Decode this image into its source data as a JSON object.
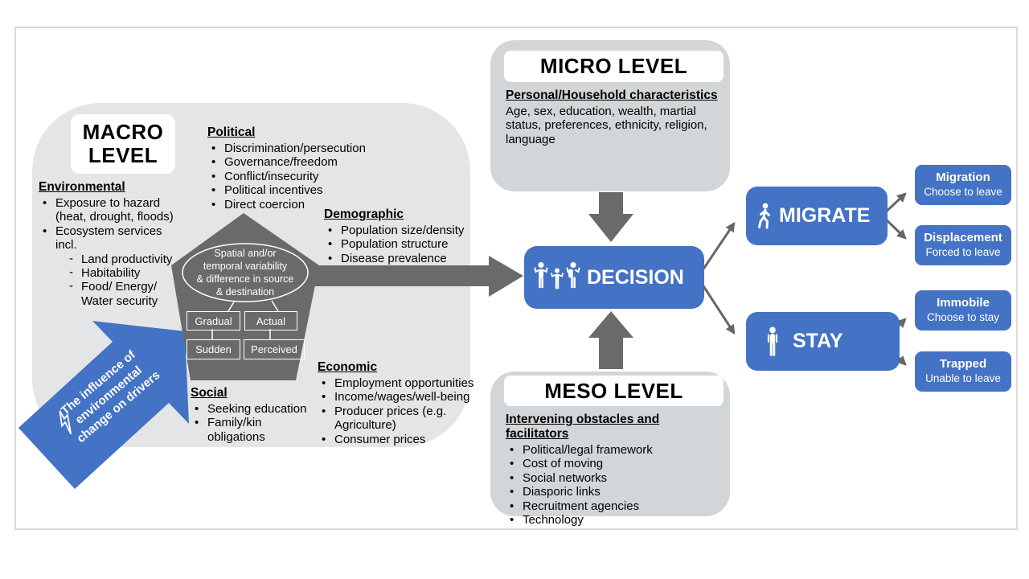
{
  "macro": {
    "title_line1": "MACRO",
    "title_line2": "LEVEL",
    "environmental": {
      "heading": "Environmental",
      "item1": "Exposure to hazard (heat, drought, floods)",
      "item2": "Ecosystem services incl.",
      "sub1": "Land productivity",
      "sub2": "Habitability",
      "sub3": "Food/ Energy/ Water security"
    },
    "political": {
      "heading": "Political",
      "items": [
        "Discrimination/persecution",
        "Governance/freedom",
        "Conflict/insecurity",
        "Political incentives",
        "Direct coercion"
      ]
    },
    "demographic": {
      "heading": "Demographic",
      "items": [
        "Population size/density",
        "Population structure",
        "Disease prevalence"
      ]
    },
    "economic": {
      "heading": "Economic",
      "items": [
        "Employment opportunities",
        "Income/wages/well-being",
        "Producer prices (e.g. Agriculture)",
        "Consumer prices"
      ]
    },
    "social": {
      "heading": "Social",
      "items": [
        "Seeking education",
        "Family/kin obligations"
      ]
    }
  },
  "pentagon": {
    "ellipse_line1": "Spatial and/or",
    "ellipse_line2": "temporal variability",
    "ellipse_line3": "& difference  in source",
    "ellipse_line4": "& destination",
    "box_gradual": "Gradual",
    "box_actual": "Actual",
    "box_sudden": "Sudden",
    "box_perceived": "Perceived"
  },
  "influence_arrow": {
    "line1": "The influence of",
    "line2": "environmental",
    "line3": "change on drivers",
    "icon": "lightning-bolt-icon"
  },
  "micro": {
    "title": "MICRO LEVEL",
    "heading": "Personal/Household characteristics",
    "body": "Age, sex, education, wealth, martial status, preferences, ethnicity, religion, language"
  },
  "meso": {
    "title": "MESO LEVEL",
    "heading": "Intervening obstacles and facilitators",
    "items": [
      "Political/legal framework",
      "Cost of moving",
      "Social networks",
      "Diasporic links",
      "Recruitment agencies",
      "Technology"
    ]
  },
  "decision": {
    "label": "DECISION",
    "icon": "family-icon"
  },
  "migrate": {
    "label": "MIGRATE",
    "icon": "walking-person-icon"
  },
  "stay": {
    "label": "STAY",
    "icon": "standing-person-icon"
  },
  "outcomes": [
    {
      "title": "Migration",
      "subtitle": "Choose to leave"
    },
    {
      "title": "Displacement",
      "subtitle": "Forced to leave"
    },
    {
      "title": "Immobile",
      "subtitle": "Choose to stay"
    },
    {
      "title": "Trapped",
      "subtitle": "Unable to leave"
    }
  ],
  "colors": {
    "accent_blue": "#4472C4",
    "shape_gray": "#6A6A6A",
    "macro_blob_gray": "#E4E5E6",
    "panel_gray": "#D3D6D8",
    "arrow_line_gray": "#666666",
    "frame_border": "#DBDBDB"
  }
}
